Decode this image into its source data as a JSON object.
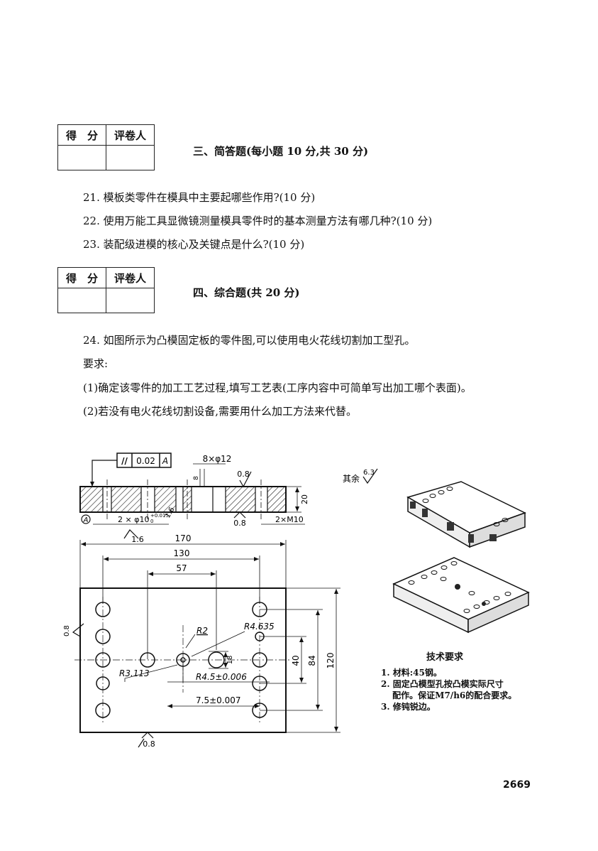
{
  "score_table": {
    "score_label": "得　分",
    "grader_label": "评卷人"
  },
  "section3": {
    "title": "三、简答题(每小题 10 分,共 30 分)",
    "questions": [
      "21. 模板类零件在模具中主要起哪些作用?(10 分)",
      "22. 使用万能工具显微镜测量模具零件时的基本测量方法有哪几种?(10 分)",
      "23. 装配级进模的核心及关键点是什么?(10 分)"
    ]
  },
  "section4": {
    "title": "四、综合题(共 20 分)",
    "question": "24. 如图所示为凸模固定板的零件图,可以使用电火花线切割加工型孔。",
    "requirement_label": "要求:",
    "requirements": [
      "(1)确定该零件的加工工艺过程,填写工艺表(工序内容中可简单写出加工哪个表面)。",
      "(2)若没有电火花线切割设备,需要用什么加工方法来代替。"
    ]
  },
  "drawing": {
    "tolerance_frame": {
      "symbol": "//",
      "value": "0.02",
      "datum": "A"
    },
    "datum_label": "A",
    "holes_top": "8×φ12",
    "holes_pin": "2 × φ10",
    "pin_tol_upper": "+0.015",
    "pin_tol_lower": "0",
    "thread_holes": "2×M10",
    "thickness": "20",
    "small_dim": "8",
    "rough_08": "0.8",
    "rough_16": "1.6",
    "other_rough_label": "其余",
    "other_rough_value": "6.3",
    "width_170": "170",
    "width_130": "130",
    "width_57": "57",
    "height_120": "120",
    "height_84": "84",
    "height_40": "40",
    "dim_18": "18",
    "r2": "R2",
    "r4635": "R4.635",
    "r3113": "R3.113",
    "r45": "R4.5±0.006",
    "d75": "7.5±0.007"
  },
  "tech_notes": {
    "title": "技术要求",
    "lines": [
      "1. 材料:45钢。",
      "2. 固定凸模型孔按凸模实际尺寸",
      "　 配作。保证M7/h6的配合要求。",
      "3. 修钝锐边。"
    ]
  },
  "page_number": "2669"
}
